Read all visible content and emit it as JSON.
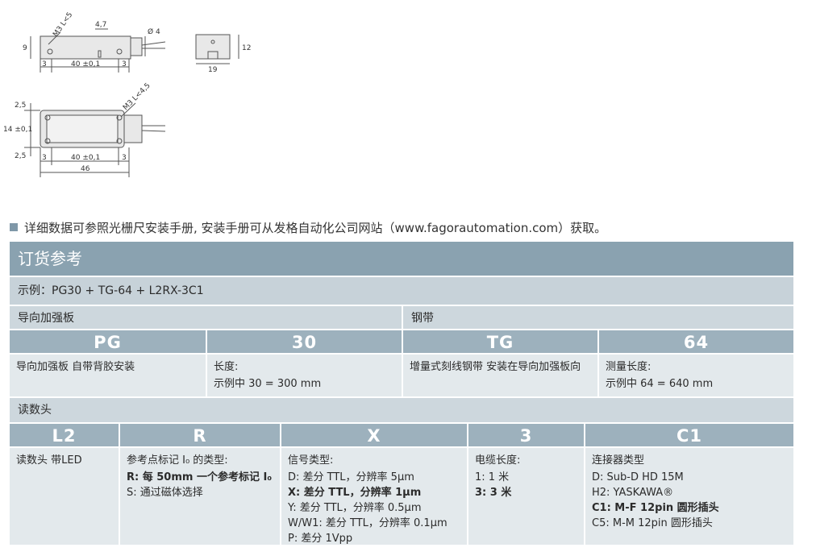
{
  "drawings": {
    "side_view": {
      "thread_label": "M3 L<5",
      "dim_height": "9",
      "dim_top": "4,7",
      "dim_cable": "Ø 4",
      "dim_left": "3",
      "dim_span": "40 ±0,1",
      "dim_right": "3"
    },
    "end_view": {
      "dim_height": "12",
      "dim_width": "19"
    },
    "top_view": {
      "thread_label": "M3 L<4,5",
      "dim_top": "2,5",
      "dim_height": "14 ±0,1",
      "dim_bottom": "2,5",
      "dim_left": "3",
      "dim_span": "40 ±0,1",
      "dim_right": "3",
      "dim_total": "46"
    }
  },
  "note": "详细数据可参照光栅尺安装手册, 安装手册可从发格自动化公司网站（www.fagorautomation.com）获取。",
  "order": {
    "title": "订货参考",
    "example": "示例：PG30 + TG-64 + L2RX-3C1",
    "guide": {
      "label": "导向加强板",
      "code1": "PG",
      "code2": "30",
      "desc1": "导向加强板 自带背胶安装",
      "desc2_head": "长度:",
      "desc2_body": "示例中 30 = 300 mm"
    },
    "tape": {
      "label": "钢带",
      "code1": "TG",
      "code2": "64",
      "desc1": "增量式刻线钢带 安装在导向加强板向",
      "desc2_head": "测量长度:",
      "desc2_body": "示例中 64 = 640 mm"
    },
    "head": {
      "label": "读数头",
      "codes": [
        "L2",
        "R",
        "X",
        "3",
        "C1"
      ],
      "col1": "读数头 带LED",
      "col2": {
        "head": "参考点标记 I₀ 的类型:",
        "items": [
          "R: 每 50mm 一个参考标记 I₀",
          "S: 通过磁体选择"
        ]
      },
      "col3": {
        "head": "信号类型:",
        "items": [
          "D: 差分 TTL，分辨率 5µm",
          "X: 差分 TTL，分辨率 1µm",
          "Y: 差分 TTL，分辨率 0.5µm",
          "W/W1: 差分 TTL，分辨率 0.1µm",
          "P: 差分 1Vpp"
        ]
      },
      "col4": {
        "head": "电缆长度:",
        "items": [
          "1: 1 米",
          "3: 3 米"
        ]
      },
      "col5": {
        "head": "连接器类型",
        "items": [
          "D: Sub-D HD 15M",
          "H2: YASKAWA®",
          "C1: M-F 12pin 圆形插头",
          "C5: M-M 12pin 圆形插头"
        ]
      }
    }
  }
}
